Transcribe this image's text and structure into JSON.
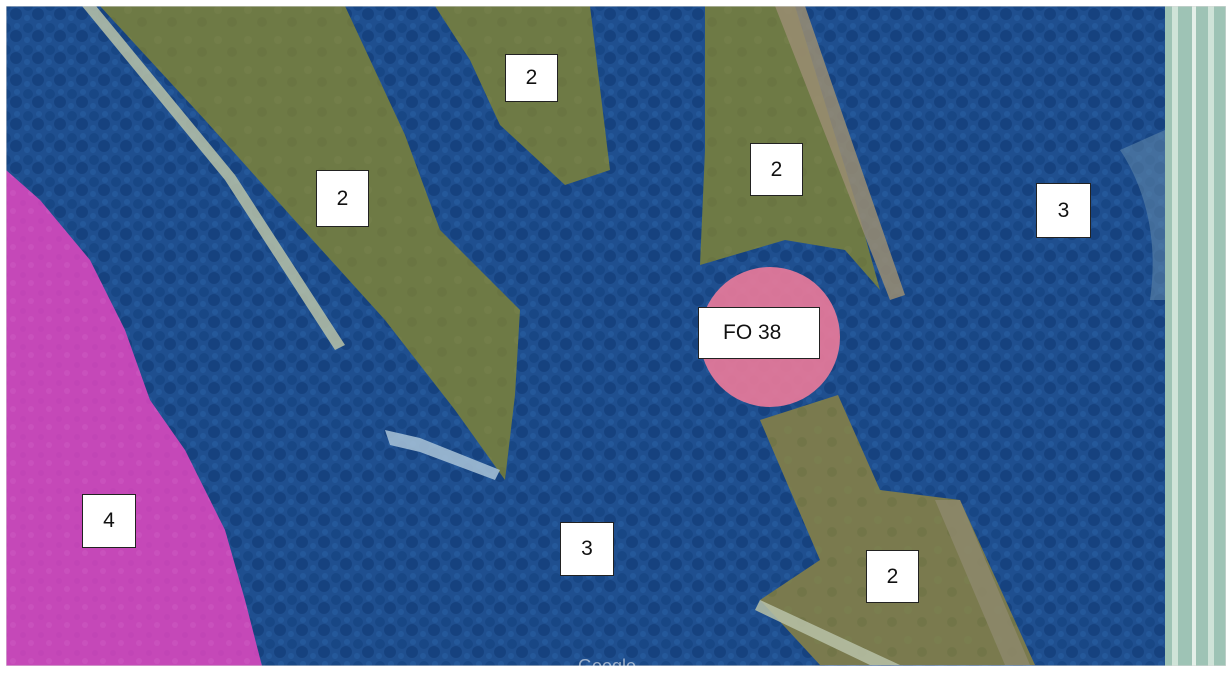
{
  "colors": {
    "zone_2": "#6e7a45",
    "zone_3": "#1f4f8f",
    "zone_4": "#c548b8",
    "marker": "#e87a9a",
    "road": "#b7ccc4"
  },
  "zone_labels": [
    "2",
    "2",
    "2",
    "2",
    "3",
    "3",
    "4"
  ],
  "marker": {
    "label": "FO 38"
  },
  "watermark": "Google"
}
